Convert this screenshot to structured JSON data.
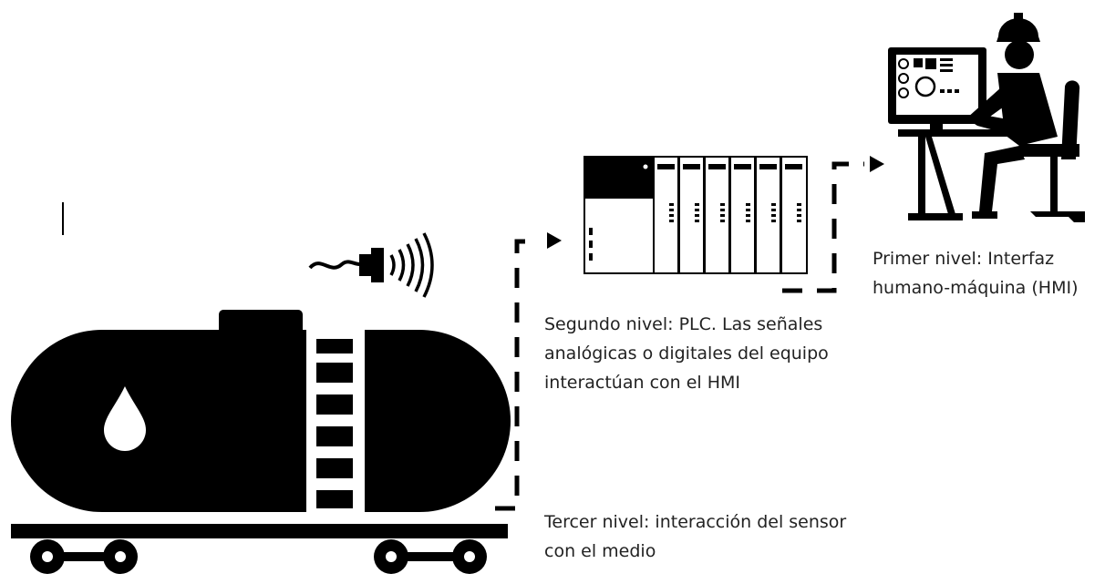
{
  "labels": {
    "primer_nivel": "Primer nivel: Interfaz\nhumano-máquina (HMI)",
    "segundo_nivel": "Segundo nivel: PLC. Las señales\nanalógicas o digitales del equipo\ninteractúan con el HMI",
    "tercer_nivel": "Tercer nivel: interacción del sensor\ncon el medio"
  },
  "icons": [
    "tank-wagon-icon",
    "sensor-icon",
    "plc-icon",
    "operator-workstation-icon",
    "droplet-icon"
  ],
  "colors": {
    "ink": "#000000",
    "background": "#ffffff",
    "text": "#222222"
  }
}
